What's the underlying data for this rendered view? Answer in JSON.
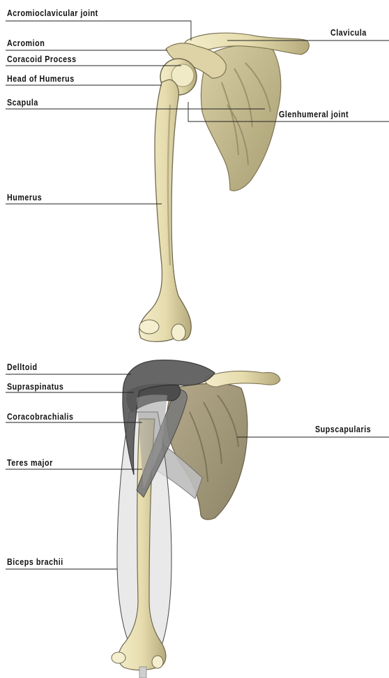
{
  "colors": {
    "bone": "#e8dfb4",
    "bone_shadow": "#b8ad7f",
    "bone_dark": "#6f6a4e",
    "scapula": "#cfc49a",
    "scapula_dark": "#8c8460",
    "muscle_dark": "#3f3f3f",
    "muscle_mid": "#6b6b6b",
    "muscle_light": "#bdbdbd",
    "leader_line": "#222222"
  },
  "top_figure": {
    "labels": {
      "acromioclavicular_joint": "Acromioclavicular joint",
      "acromion": "Acromion",
      "coracoid_process": "Coracoid Process",
      "head_of_humerus": "Head of Humerus",
      "scapula": "Scapula",
      "humerus": "Humerus",
      "clavicula": "Clavicula",
      "glenohumeral_joint": "Glenhumeral joint"
    }
  },
  "bottom_figure": {
    "labels": {
      "deltoid": "Delltoid",
      "supraspinatus": "Supraspinatus",
      "coracobrachialis": "Coracobrachialis",
      "teres_major": "Teres major",
      "biceps_brachii": "Biceps brachii",
      "subscapularis": "Supscapularis"
    }
  }
}
